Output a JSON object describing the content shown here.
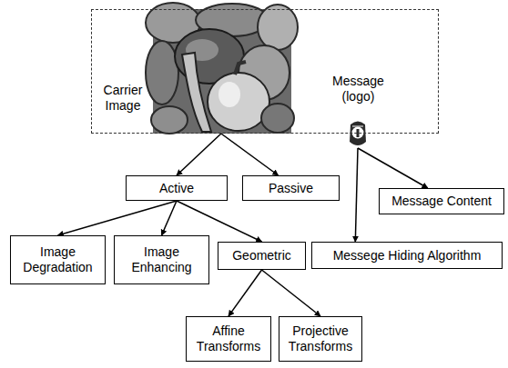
{
  "diagram": {
    "nodes": [
      {
        "text": [
          "Carrier Image",
          "Message (logo)"
        ]
      },
      {
        "text": [
          "Active"
        ]
      },
      {
        "text": [
          "Passive"
        ]
      },
      {
        "text": [
          "Message Content"
        ]
      },
      {
        "text": [
          "Messege Hiding Algorithm"
        ]
      },
      {
        "text": [
          "Image Degradation"
        ]
      },
      {
        "text": [
          "Image Enhancing"
        ]
      },
      {
        "text": [
          "Geometric"
        ]
      },
      {
        "text": [
          "Affine Transforms"
        ]
      },
      {
        "text": [
          "Projective Transforms"
        ]
      }
    ],
    "edges": [
      {
        "from": 0,
        "to": 1,
        "arrow": "to"
      },
      {
        "from": 0,
        "to": 2,
        "arrow": "to"
      },
      {
        "from": 0,
        "to": 3,
        "arrow": "to"
      },
      {
        "from": 0,
        "to": 4,
        "arrow": "to"
      },
      {
        "from": 1,
        "to": 5,
        "arrow": "to"
      },
      {
        "from": 1,
        "to": 6,
        "arrow": "to"
      },
      {
        "from": 1,
        "to": 7,
        "arrow": "to"
      },
      {
        "from": 7,
        "to": 8,
        "arrow": "to"
      },
      {
        "from": 7,
        "to": 9,
        "arrow": "to"
      }
    ]
  }
}
